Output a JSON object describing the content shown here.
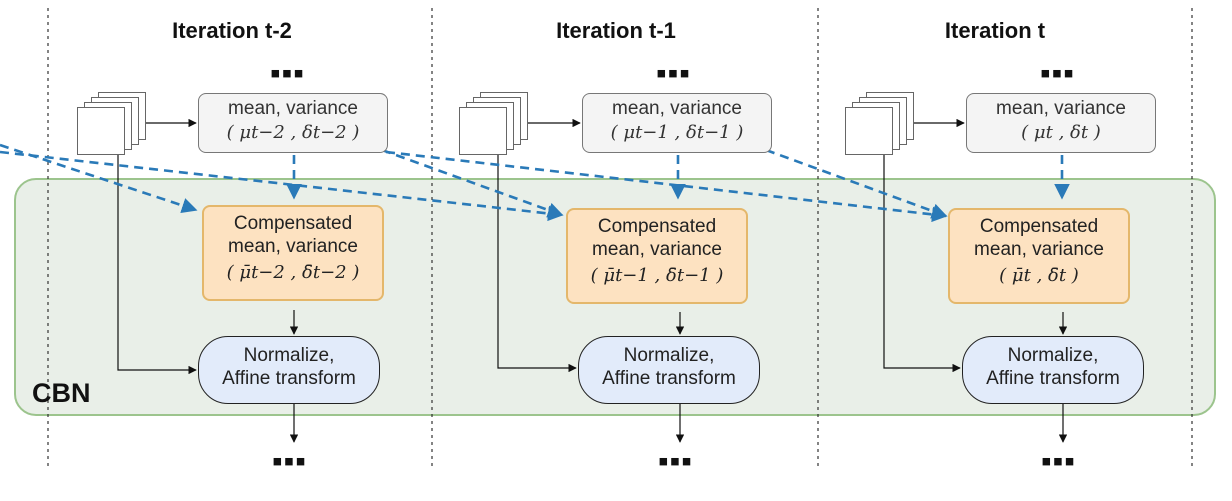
{
  "cbn_label": "CBN",
  "iterations": [
    {
      "title": "Iteration t-2",
      "top_dots": "▪▪▪",
      "bottom_dots": "▪▪▪",
      "stats_line1": "mean, variance",
      "stats_line2": "( μt−2 , δt−2 )",
      "comp_line1": "Compensated",
      "comp_line2": "mean, variance",
      "comp_line3": "( μ̄t−2 , δ̄t−2 )",
      "norm_line1": "Normalize,",
      "norm_line2": "Affine transform"
    },
    {
      "title": "Iteration t-1",
      "top_dots": "▪▪▪",
      "bottom_dots": "▪▪▪",
      "stats_line1": "mean, variance",
      "stats_line2": "( μt−1 , δt−1 )",
      "comp_line1": "Compensated",
      "comp_line2": "mean, variance",
      "comp_line3": "( μ̄t−1 , δ̄t−1 )",
      "norm_line1": "Normalize,",
      "norm_line2": "Affine transform"
    },
    {
      "title": "Iteration t",
      "top_dots": "▪▪▪",
      "bottom_dots": "▪▪▪",
      "stats_line1": "mean, variance",
      "stats_line2": "( μt , δt )",
      "comp_line1": "Compensated",
      "comp_line2": "mean, variance",
      "comp_line3": "( μ̄t , δ̄t )",
      "norm_line1": "Normalize,",
      "norm_line2": "Affine transform"
    }
  ],
  "colors": {
    "cbn_fill": "#e9efe8",
    "cbn_border": "#9cc48d",
    "compensated_fill": "#fde2c1",
    "compensated_border": "#e4b76b",
    "normalize_fill": "#e2ebfa",
    "dashed_arrow": "#2a7ab8"
  }
}
